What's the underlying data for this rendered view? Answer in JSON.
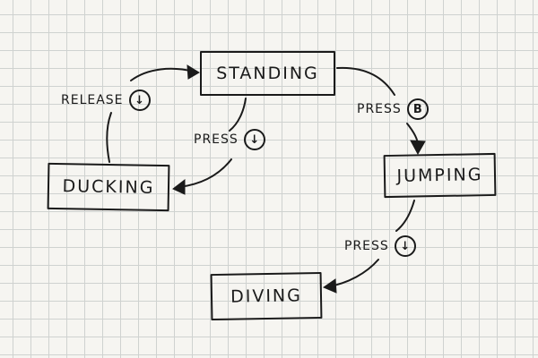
{
  "diagram": {
    "states": {
      "standing": "STANDING",
      "ducking": "DUCKING",
      "jumping": "JUMPING",
      "diving": "DIVING"
    },
    "transitions": [
      {
        "from": "ducking",
        "to": "standing",
        "action": "RELEASE",
        "button": "down-arrow",
        "button_glyph": "↓"
      },
      {
        "from": "standing",
        "to": "ducking",
        "action": "PRESS",
        "button": "down-arrow",
        "button_glyph": "↓"
      },
      {
        "from": "standing",
        "to": "jumping",
        "action": "PRESS",
        "button": "B",
        "button_glyph": "B"
      },
      {
        "from": "jumping",
        "to": "diving",
        "action": "PRESS",
        "button": "down-arrow",
        "button_glyph": "↓"
      }
    ]
  },
  "colors": {
    "ink": "#1a1a1a",
    "paper": "#f6f5f1",
    "grid": "#cfd2d0"
  }
}
